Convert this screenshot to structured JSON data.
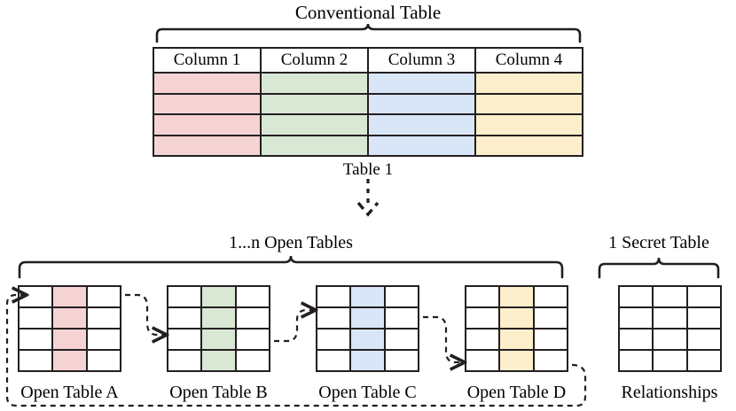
{
  "figure": {
    "top_title": "Conventional Table",
    "top_table_caption": "Table 1",
    "open_group_label": "1...n Open Tables",
    "secret_group_label": "1 Secret Table"
  },
  "conventional_table": {
    "headers": [
      "Column 1",
      "Column 2",
      "Column 3",
      "Column 4"
    ],
    "row_count": 4,
    "column_colors": [
      "#f6d3d3",
      "#d9e8d4",
      "#d9e6f8",
      "#fdefcc"
    ]
  },
  "open_tables": [
    {
      "label": "Open Table A",
      "columns": 3,
      "rows": 4,
      "highlight_column": 2,
      "highlight_color": "#f6d3d3"
    },
    {
      "label": "Open Table B",
      "columns": 3,
      "rows": 4,
      "highlight_column": 2,
      "highlight_color": "#d9e8d4"
    },
    {
      "label": "Open Table C",
      "columns": 3,
      "rows": 4,
      "highlight_column": 2,
      "highlight_color": "#d9e6f8"
    },
    {
      "label": "Open Table D",
      "columns": 3,
      "rows": 4,
      "highlight_column": 2,
      "highlight_color": "#fdefcc"
    }
  ],
  "secret_table": {
    "label": "Relationships",
    "columns": 3,
    "rows": 4,
    "fill": "#ffffff"
  },
  "style": {
    "stroke": "#231f20",
    "background": "#ffffff"
  }
}
